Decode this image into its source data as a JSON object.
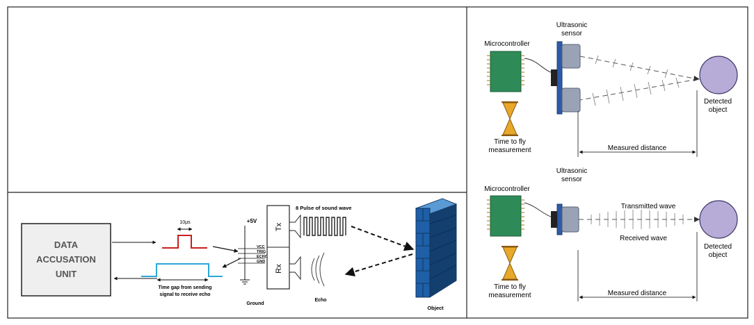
{
  "left_diagram": {
    "unit_label": [
      "DATA",
      "ACCUSATION",
      "UNIT"
    ],
    "pulse_width_label": "10μs",
    "supply_label": "+5V",
    "pins": [
      "VCC",
      "TRIG",
      "ECHO",
      "GND"
    ],
    "tx_label": "Tx",
    "rx_label": "Rx",
    "burst_label": "8 Pulse of sound wave",
    "time_gap_label": [
      "Time gap from sending",
      "signal to receive echo"
    ],
    "ground_label": "Ground",
    "echo_label": "Echo",
    "object_label": "Object",
    "colors": {
      "trigger": "#c8201e",
      "echo": "#2aa6d6",
      "wall": "#1f5fa8",
      "unit_fill": "#efefef"
    }
  },
  "right_top": {
    "microcontroller_label": "Microcontroller",
    "sensor_label": [
      "Ultrasonic",
      "sensor"
    ],
    "object_label": [
      "Detected",
      "object"
    ],
    "timer_label": [
      "Time to fly",
      "measurement"
    ],
    "distance_label": "Measured distance"
  },
  "right_bottom": {
    "microcontroller_label": "Microcontroller",
    "sensor_label": [
      "Ultrasonic",
      "sensor"
    ],
    "transmitted_label": "Transmitted wave",
    "received_label": "Received wave",
    "object_label": [
      "Detected",
      "object"
    ],
    "timer_label": [
      "Time to fly",
      "measurement"
    ],
    "distance_label": "Measured distance"
  },
  "colors": {
    "board": "#2e8b57",
    "sensor": "#9aa3b5",
    "object": "#b7acd8",
    "timer": "#e8a82a"
  }
}
